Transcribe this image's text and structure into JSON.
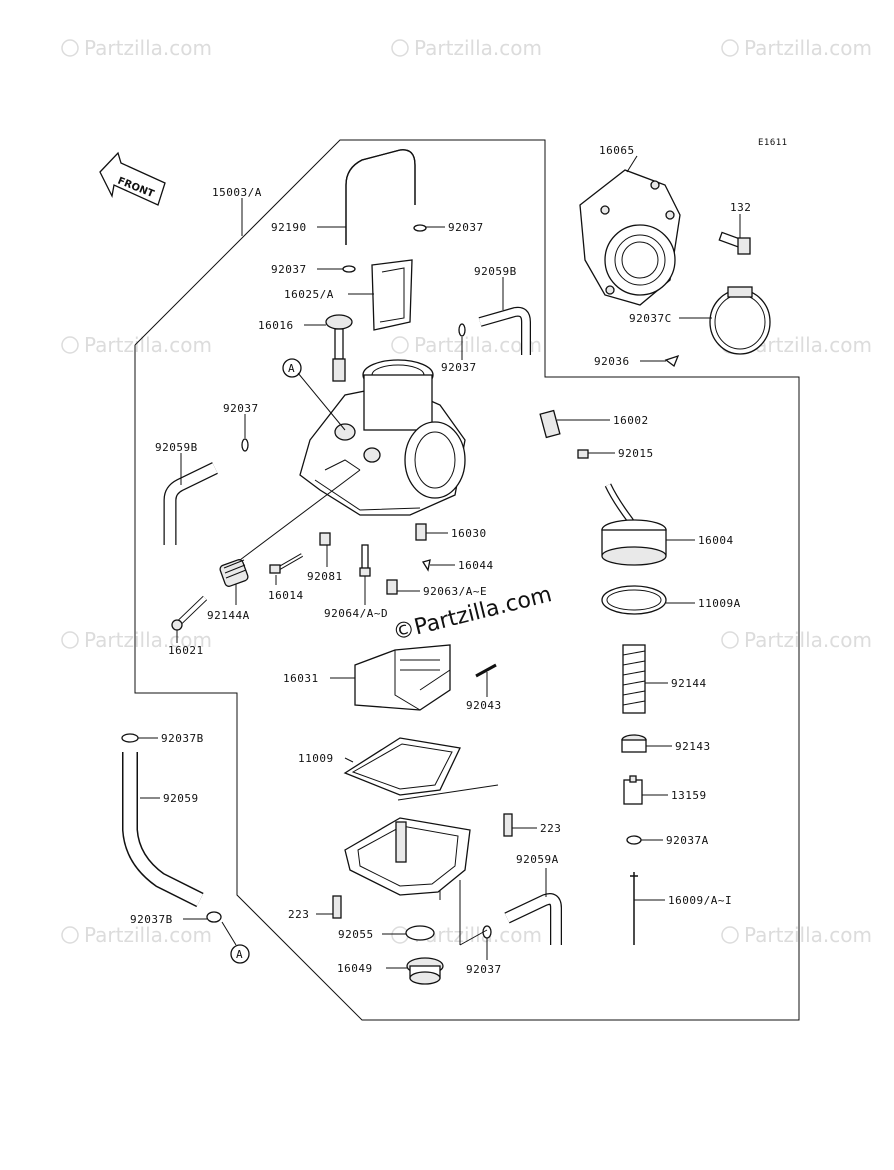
{
  "watermark": {
    "text": "Partzilla.com",
    "symbol": "©"
  },
  "center_watermark": "©Partzilla.com",
  "diagram_code": "E1611",
  "front_label": "FRONT",
  "ref_marker": "A",
  "labels": {
    "p15003A": "15003/A",
    "p92190": "92190",
    "p92037_a": "92037",
    "p92037_b": "92037",
    "p16025A": "16025/A",
    "p16016": "16016",
    "p92059B_top": "92059B",
    "p92037_c": "92037",
    "p92037_d": "92037",
    "p92059B_left": "92059B",
    "p16065": "16065",
    "p132": "132",
    "p92037C": "92037C",
    "p92036": "92036",
    "p16002": "16002",
    "p92015": "92015",
    "p16030": "16030",
    "p16044": "16044",
    "p16004": "16004",
    "p92081": "92081",
    "p16014": "16014",
    "p92144A": "92144A",
    "p92063": "92063/A~E",
    "p92064": "92064/A~D",
    "p11009A": "11009A",
    "p16021": "16021",
    "p16031": "16031",
    "p92043": "92043",
    "p92144": "92144",
    "p92037B_top": "92037B",
    "p11009": "11009",
    "p92143": "92143",
    "p92059": "92059",
    "p13159": "13159",
    "p223_right": "223",
    "p92037A": "92037A",
    "p92059A": "92059A",
    "p223_left": "223",
    "p16009": "16009/A~I",
    "p92037B_bottom": "92037B",
    "p92055": "92055",
    "p16049": "16049",
    "p92037_e": "92037"
  }
}
